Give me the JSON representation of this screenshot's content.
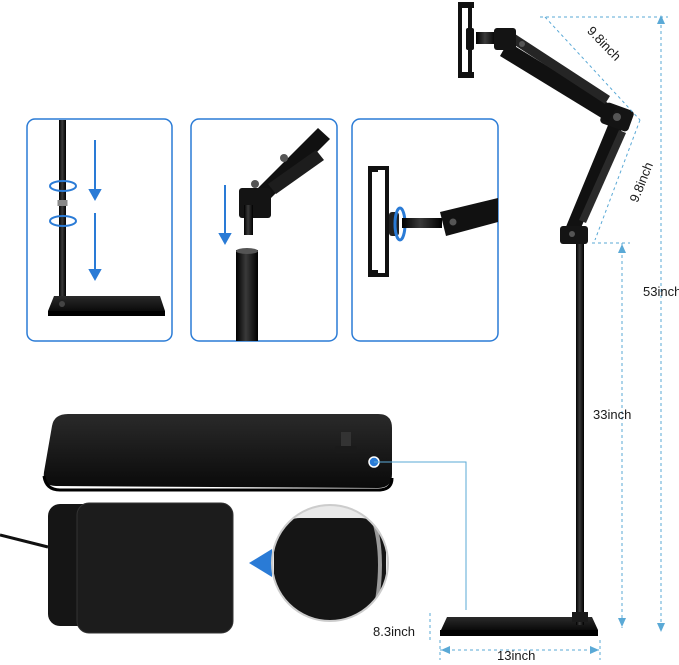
{
  "dimensions": {
    "upper_arm": "9.8inch",
    "lower_arm": "9.8inch",
    "total_height": "53inch",
    "pole_height": "33inch",
    "base_depth": "8.3inch",
    "base_width": "13inch"
  },
  "colors": {
    "panel_border": "#2a7bd6",
    "dimension_line": "#5aa9d6",
    "product": "#111111",
    "arrow": "#2a7bd6"
  },
  "icons": [
    "rotate-icon",
    "down-arrow-icon",
    "triangle-pointer-icon"
  ]
}
